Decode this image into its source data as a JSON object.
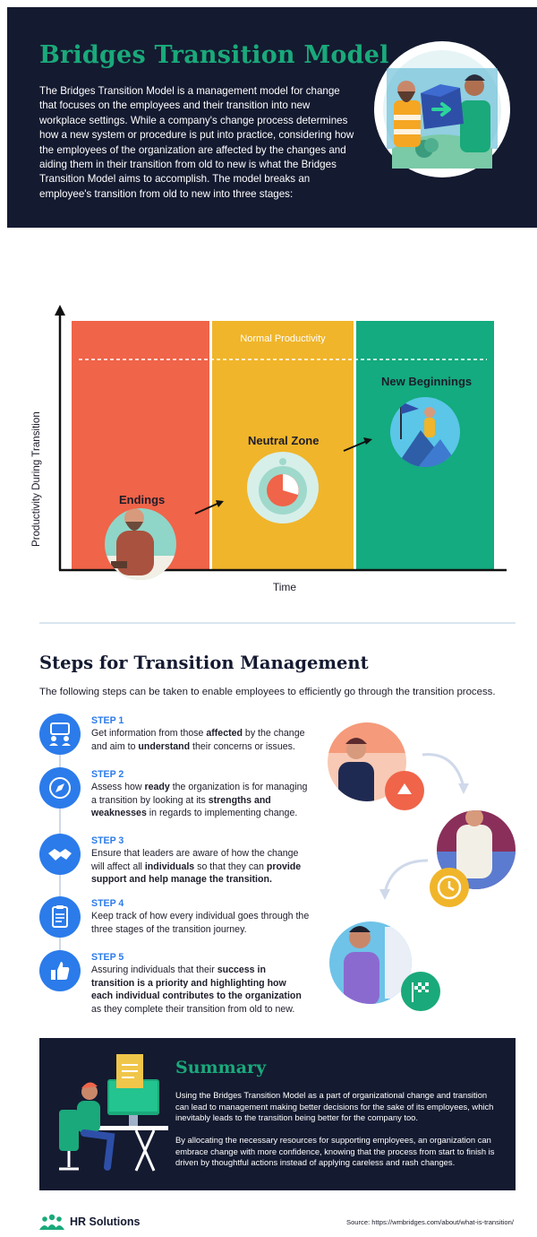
{
  "header": {
    "title": "Bridges Transition Model",
    "intro": "The Bridges Transition Model is a management model for change that focuses on the employees and their transition into new workplace settings. While a company's change process determines how a new system or procedure is put into practice, considering how the employees of the organization are affected by the changes and aiding them in their transition from old to new is what the Bridges Transition Model aims to accomplish. The model breaks an employee's transition from old to new into three stages:"
  },
  "colors": {
    "dark_navy": "#141a30",
    "green": "#1aa97a",
    "orange": "#f06449",
    "yellow": "#f0b52a",
    "teal": "#13ab7f",
    "blue": "#2b7bea"
  },
  "chart_data": {
    "type": "area",
    "xlabel": "Time",
    "ylabel": "Productivity During Transition",
    "categories": [
      "Endings",
      "Neutral Zone",
      "New Beginnings"
    ],
    "reference_line": {
      "label": "Normal Productivity"
    },
    "zone_colors": [
      "#f06449",
      "#f0b52a",
      "#13ab7f"
    ]
  },
  "steps_section": {
    "title": "Steps for Transition Management",
    "intro": "The following steps can be taken to enable employees to efficiently go through the transition process.",
    "steps": [
      {
        "label": "STEP 1",
        "icon": "people-chart-icon",
        "parts": [
          [
            "Get information from those ",
            false
          ],
          [
            "affected",
            true
          ],
          [
            " by the change and aim to ",
            false
          ],
          [
            "understand",
            true
          ],
          [
            " their concerns or issues.",
            false
          ]
        ]
      },
      {
        "label": "STEP 2",
        "icon": "compass-icon",
        "parts": [
          [
            "Assess how ",
            false
          ],
          [
            "ready",
            true
          ],
          [
            " the organization is for managing a transition by looking at its ",
            false
          ],
          [
            "strengths and weaknesses",
            true
          ],
          [
            " in regards to implementing change.",
            false
          ]
        ]
      },
      {
        "label": "STEP 3",
        "icon": "handshake-icon",
        "parts": [
          [
            "Ensure that leaders are aware of how the change will affect all ",
            false
          ],
          [
            "individuals",
            true
          ],
          [
            " so that they can ",
            false
          ],
          [
            "provide support and help manage the transition.",
            true
          ]
        ]
      },
      {
        "label": "STEP 4",
        "icon": "clipboard-icon",
        "parts": [
          [
            "Keep track of how every individual goes through the three stages of the transition journey.",
            false
          ]
        ]
      },
      {
        "label": "STEP 5",
        "icon": "thumbs-up-icon",
        "parts": [
          [
            "Assuring individuals that their ",
            false
          ],
          [
            "success in transition is a priority and highlighting how each individual contributes to the organization",
            true
          ],
          [
            " as they complete their transition from old to new.",
            false
          ]
        ]
      }
    ]
  },
  "summary": {
    "title": "Summary",
    "p1": "Using the Bridges Transition Model as a part of organizational change and transition can lead to management making better decisions for the sake of its employees, which inevitably leads to the transition being better for the company too.",
    "p2": "By allocating the necessary resources for supporting employees, an organization can embrace change with more confidence, knowing that the process from start to finish is driven by thoughtful actions instead of applying careless and rash changes."
  },
  "footer": {
    "brand": "HR Solutions",
    "source": "Source: https://wmbridges.com/about/what-is-transition/"
  }
}
